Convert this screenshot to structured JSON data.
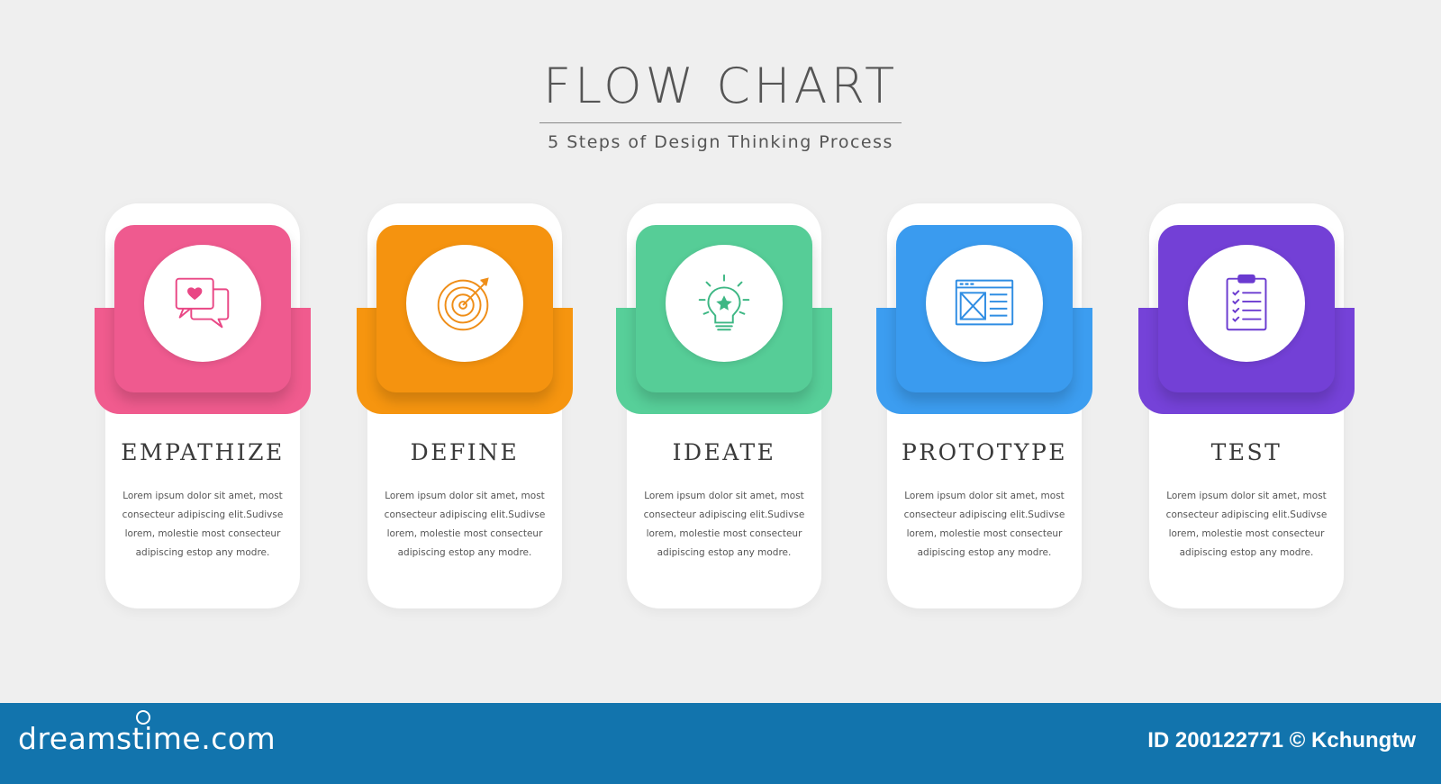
{
  "header": {
    "title": "FLOW CHART",
    "subtitle": "5 Steps of Design Thinking Process"
  },
  "steps": [
    {
      "title": "EMPATHIZE",
      "icon": "chat-heart-icon",
      "color": "#ef5a8f",
      "band_color": "#f05b8e",
      "desc": "Lorem ipsum dolor sit amet, most consecteur adipiscing elit.Sudivse lorem, molestie most consecteur adipiscing estop any modre."
    },
    {
      "title": "DEFINE",
      "icon": "target-icon",
      "color": "#f5930f",
      "band_color": "#f6950f",
      "desc": "Lorem ipsum dolor sit amet, most consecteur adipiscing elit.Sudivse lorem, molestie most consecteur adipiscing estop any modre."
    },
    {
      "title": "IDEATE",
      "icon": "lightbulb-icon",
      "color": "#56cd97",
      "band_color": "#57cf99",
      "desc": "Lorem ipsum dolor sit amet, most consecteur adipiscing elit.Sudivse lorem, molestie most consecteur adipiscing estop any modre."
    },
    {
      "title": "PROTOTYPE",
      "icon": "wireframe-icon",
      "color": "#3a9bef",
      "band_color": "#3c9df0",
      "desc": "Lorem ipsum dolor sit amet, most consecteur adipiscing elit.Sudivse lorem, molestie most consecteur adipiscing estop any modre."
    },
    {
      "title": "TEST",
      "icon": "clipboard-checklist-icon",
      "color": "#7340d6",
      "band_color": "#7542d8",
      "desc": "Lorem ipsum dolor sit amet, most consecteur adipiscing elit.Sudivse lorem, molestie most consecteur adipiscing estop any modre."
    }
  ],
  "footer": {
    "brand": "dreamstime.com",
    "stock_id": "ID 200122771 © Kchungtw",
    "background": "#1274ad"
  }
}
